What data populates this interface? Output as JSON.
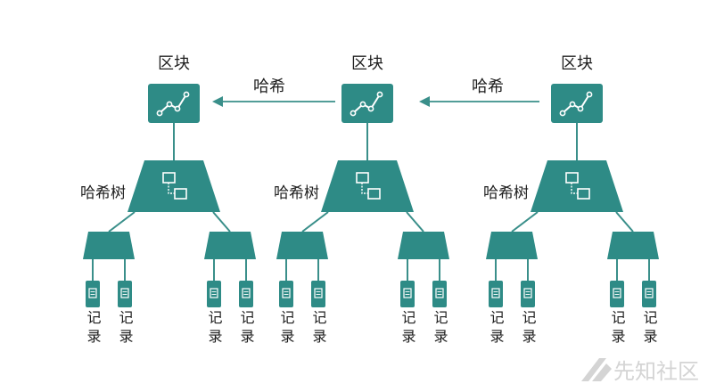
{
  "colors": {
    "teal": "#2e8b86",
    "teal_dark": "#23706c",
    "line": "#3a8f8a",
    "text": "#1e1e1e",
    "watermark": "#d4d4d4"
  },
  "block_label": "区块",
  "hash_label": "哈希",
  "tree_label": "哈希树",
  "record_label": "记录",
  "watermark_text": "先知社区",
  "blocks": [
    {
      "id": "block-1",
      "tree_label": "哈希树"
    },
    {
      "id": "block-2",
      "tree_label": "哈希树"
    },
    {
      "id": "block-3",
      "tree_label": "哈希树"
    }
  ],
  "links": [
    {
      "from": "block-2",
      "to": "block-1",
      "label": "哈希"
    },
    {
      "from": "block-3",
      "to": "block-2",
      "label": "哈希"
    }
  ],
  "icons": {
    "block": "chart-line-icon",
    "tree_root": "computer-network-icon",
    "record": "document-icon",
    "watermark": "logo-icon"
  }
}
